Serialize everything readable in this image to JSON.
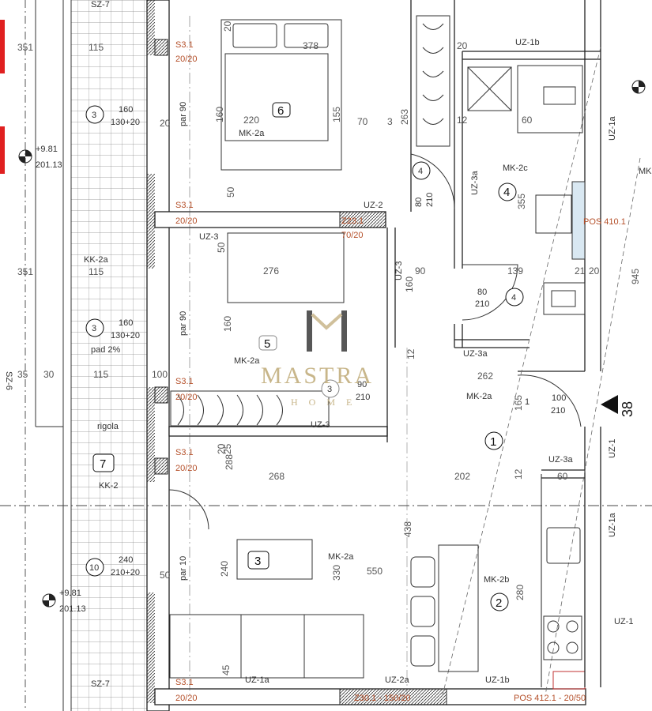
{
  "labels": {
    "sz7_top": "SZ-7",
    "sz7_bottom": "SZ-7",
    "kk2a": "KK-2a",
    "kk2": "KK-2",
    "pad": "pad 2%",
    "rigola": "rigola",
    "sz6": "SZ-6",
    "par90_a": "par 90",
    "par90_b": "par 90",
    "par10": "par 10",
    "mk2a_6": "MK-2a",
    "mk2a_5": "MK-2a",
    "mk2a_3": "MK-2a",
    "mk2a_1": "MK-2a",
    "mk2b": "MK-2b",
    "mk2c": "MK-2c",
    "mk_edge": "MK",
    "uz1b_top": "UZ-1b",
    "uz1b_bottom": "UZ-1b",
    "uz1a_right_top": "UZ-1a",
    "uz1a_right_mid": "UZ-1a",
    "uz1a_bottom": "UZ-1a",
    "uz1_right": "UZ-1",
    "uz1_bottom_right": "UZ-1",
    "uz2": "UZ-2",
    "uz2a": "UZ-2a",
    "uz3_a": "UZ-3",
    "uz3_b": "UZ-3",
    "uz3_c": "UZ-3",
    "uz3a_a": "UZ-3a",
    "uz3a_b": "UZ-3a",
    "uz3a_c": "UZ-3a",
    "s31": [
      "S3.1",
      "S3.1",
      "S3.1",
      "S3.1",
      "S3.1"
    ],
    "s31_size": "20/20",
    "z231": "Z23.1",
    "z231_size": "70/20",
    "z301": "Z30.1 - 150/20",
    "pos410": "POS 410.1",
    "pos412": "POS 412.1 - 20/50",
    "elev1": "+9.81",
    "elev1b": "201.13",
    "elev2": "+9.81",
    "elev2b": "201.13"
  },
  "rooms": {
    "r6": "6",
    "r5": "5",
    "r4": "4",
    "r1": "1",
    "r2": "2",
    "r3": "3",
    "r7": "7"
  },
  "doors": {
    "d3a": "3",
    "d3a_w": "160",
    "d3a_h": "130+20",
    "d3b": "3",
    "d3b_w": "160",
    "d3b_h": "130+20",
    "d10": "10",
    "d10_w": "240",
    "d10_h": "210+20",
    "d4a": "4",
    "d4a_w": "80",
    "d4a_h": "210",
    "d4b": "4",
    "d4b_w": "80",
    "d4b_h": "210",
    "d3c": "3",
    "d3c_w": "90",
    "d3c_h": "210",
    "d1": "1",
    "d1_w": "100",
    "d1_h": "210"
  },
  "dims": {
    "d351a": "351",
    "d115a": "115",
    "d351b": "351",
    "d115b": "115",
    "d35": "35",
    "d30": "30",
    "d115c": "115",
    "d100": "100",
    "d378": "378",
    "d220": "220",
    "d160a": "160",
    "d155": "155",
    "d70": "70",
    "d3": "3",
    "d263": "263",
    "d80": "80",
    "d12a": "12",
    "d20a": "20",
    "d60": "60",
    "d355": "355",
    "d50a": "50",
    "d20b": "20",
    "d276": "276",
    "d50b": "50",
    "d160b": "160",
    "d160c": "160",
    "d90": "90",
    "d139": "139",
    "d945": "945",
    "d21": "21",
    "d20c": "20",
    "d262": "262",
    "d12b": "12",
    "d165": "165",
    "d288": "288",
    "d268": "268",
    "d20d": "20",
    "d25": "25",
    "d202": "202",
    "d12c": "12",
    "d60b": "60",
    "d438": "438",
    "d240": "240",
    "d330": "330",
    "d550": "550",
    "d280": "280",
    "d45": "45",
    "d20e": "20",
    "d50c": "50"
  },
  "side_mark": "38",
  "watermark": {
    "line1": "MASTRA",
    "line2": "HOME"
  }
}
